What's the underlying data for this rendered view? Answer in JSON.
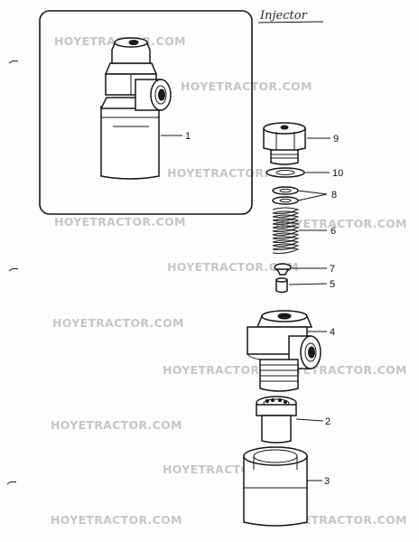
{
  "title": "Injector",
  "watermark": "HOYETRACTOR.COM",
  "callouts": [
    {
      "id": "1",
      "label": "1"
    },
    {
      "id": "9",
      "label": "9"
    },
    {
      "id": "10",
      "label": "10"
    },
    {
      "id": "8",
      "label": "8"
    },
    {
      "id": "6",
      "label": "6"
    },
    {
      "id": "7",
      "label": "7"
    },
    {
      "id": "5",
      "label": "5"
    },
    {
      "id": "4",
      "label": "4"
    },
    {
      "id": "2",
      "label": "2"
    },
    {
      "id": "3",
      "label": "3"
    }
  ]
}
